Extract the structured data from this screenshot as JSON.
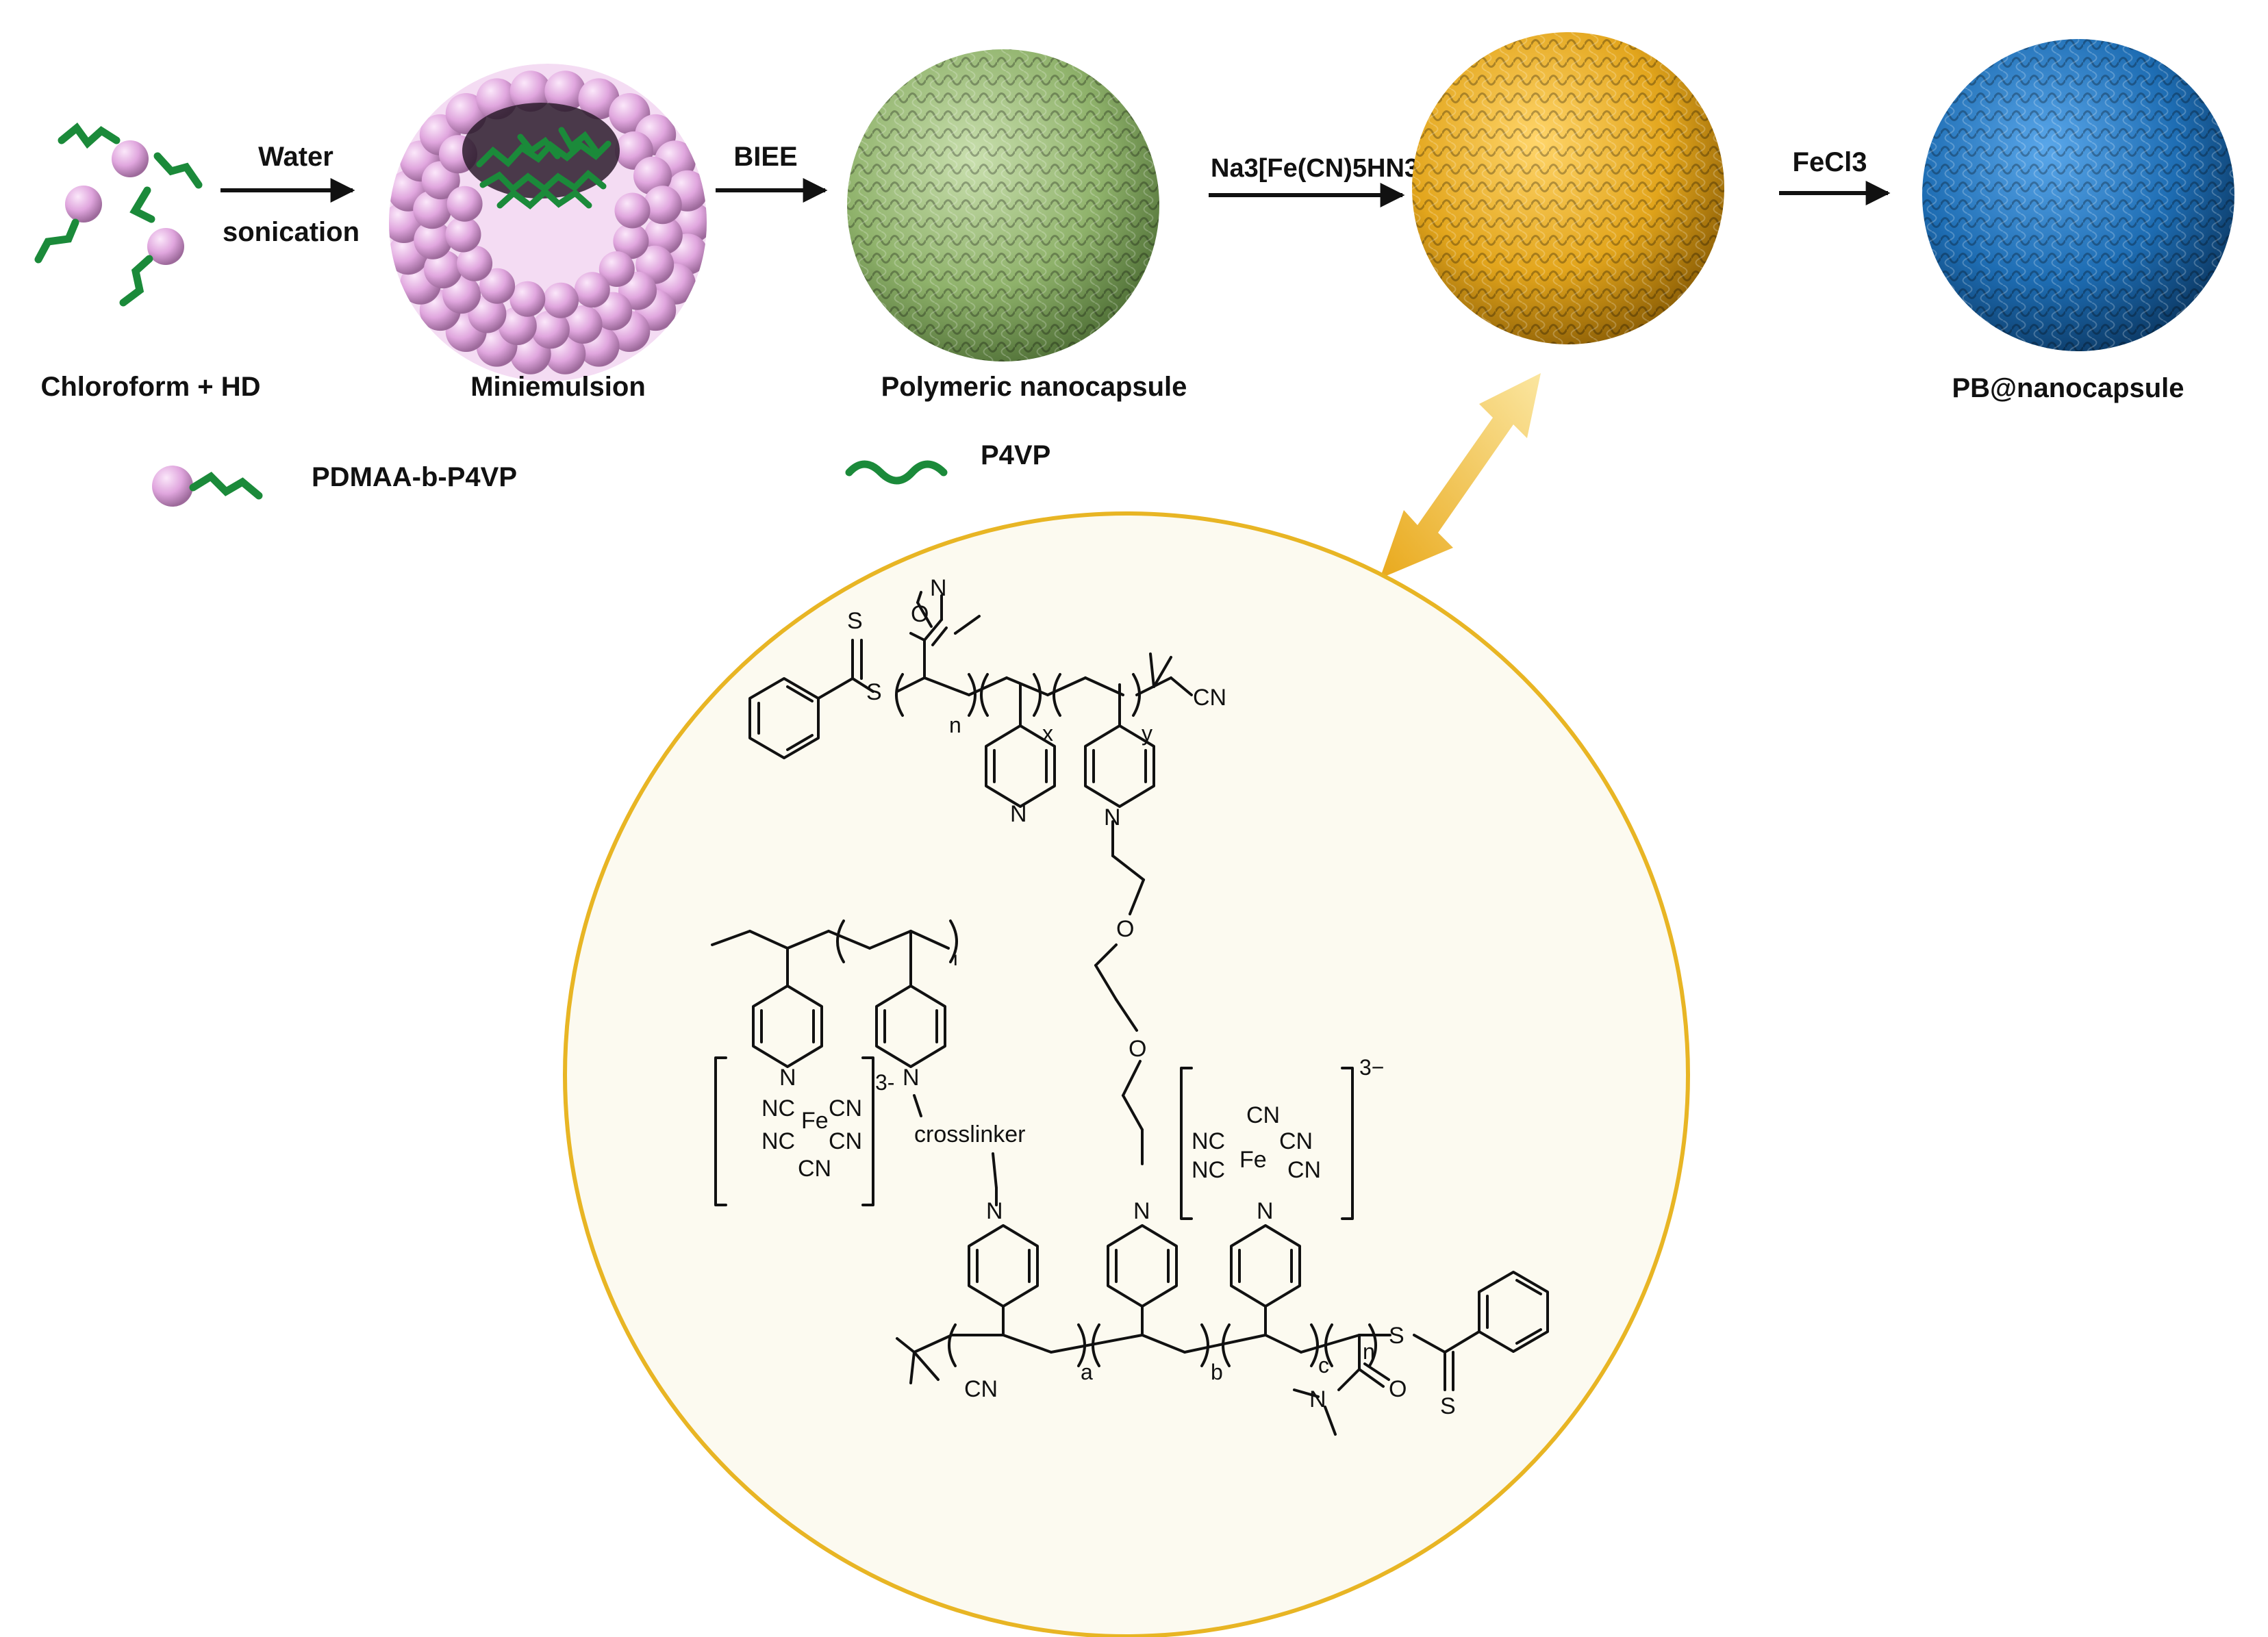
{
  "colors": {
    "micelle_bead": "#e0a6de",
    "p4vp_chain": "#1b8a3a",
    "nanocapsule_green": "#8fb26b",
    "nanocapsule_gold": "#e2a51c",
    "nanocapsule_blue": "#1e6db3",
    "zoom_circle_fill": "#fcfaf0",
    "zoom_circle_stroke": "#e8b524",
    "double_arrow": "#f3c447"
  },
  "stages": {
    "start": "Chloroform + HD",
    "miniemulsion": "Miniemulsion",
    "polymeric": "Polymeric nanocapsule",
    "final": "PB@nanocapsule"
  },
  "arrows": {
    "water": "Water",
    "sonication": "sonication",
    "biee": "BIEE",
    "reagent": "Na3[Fe(CN)5HN3]",
    "fecl3": "FeCl3"
  },
  "legend": {
    "block_copolymer": "PDMAA-b-P4VP",
    "p4vp": "P4VP"
  },
  "structure": {
    "top_chain_subscripts": [
      "n",
      "x",
      "y"
    ],
    "bottom_chain_subscripts": [
      "a",
      "b",
      "c",
      "n"
    ],
    "left_subscript": "i",
    "crosslinker": "crosslinker",
    "charge": "3-",
    "charge_alt": "3−",
    "atoms": [
      "S",
      "O",
      "N",
      "CN",
      "Fe",
      "NC"
    ]
  }
}
